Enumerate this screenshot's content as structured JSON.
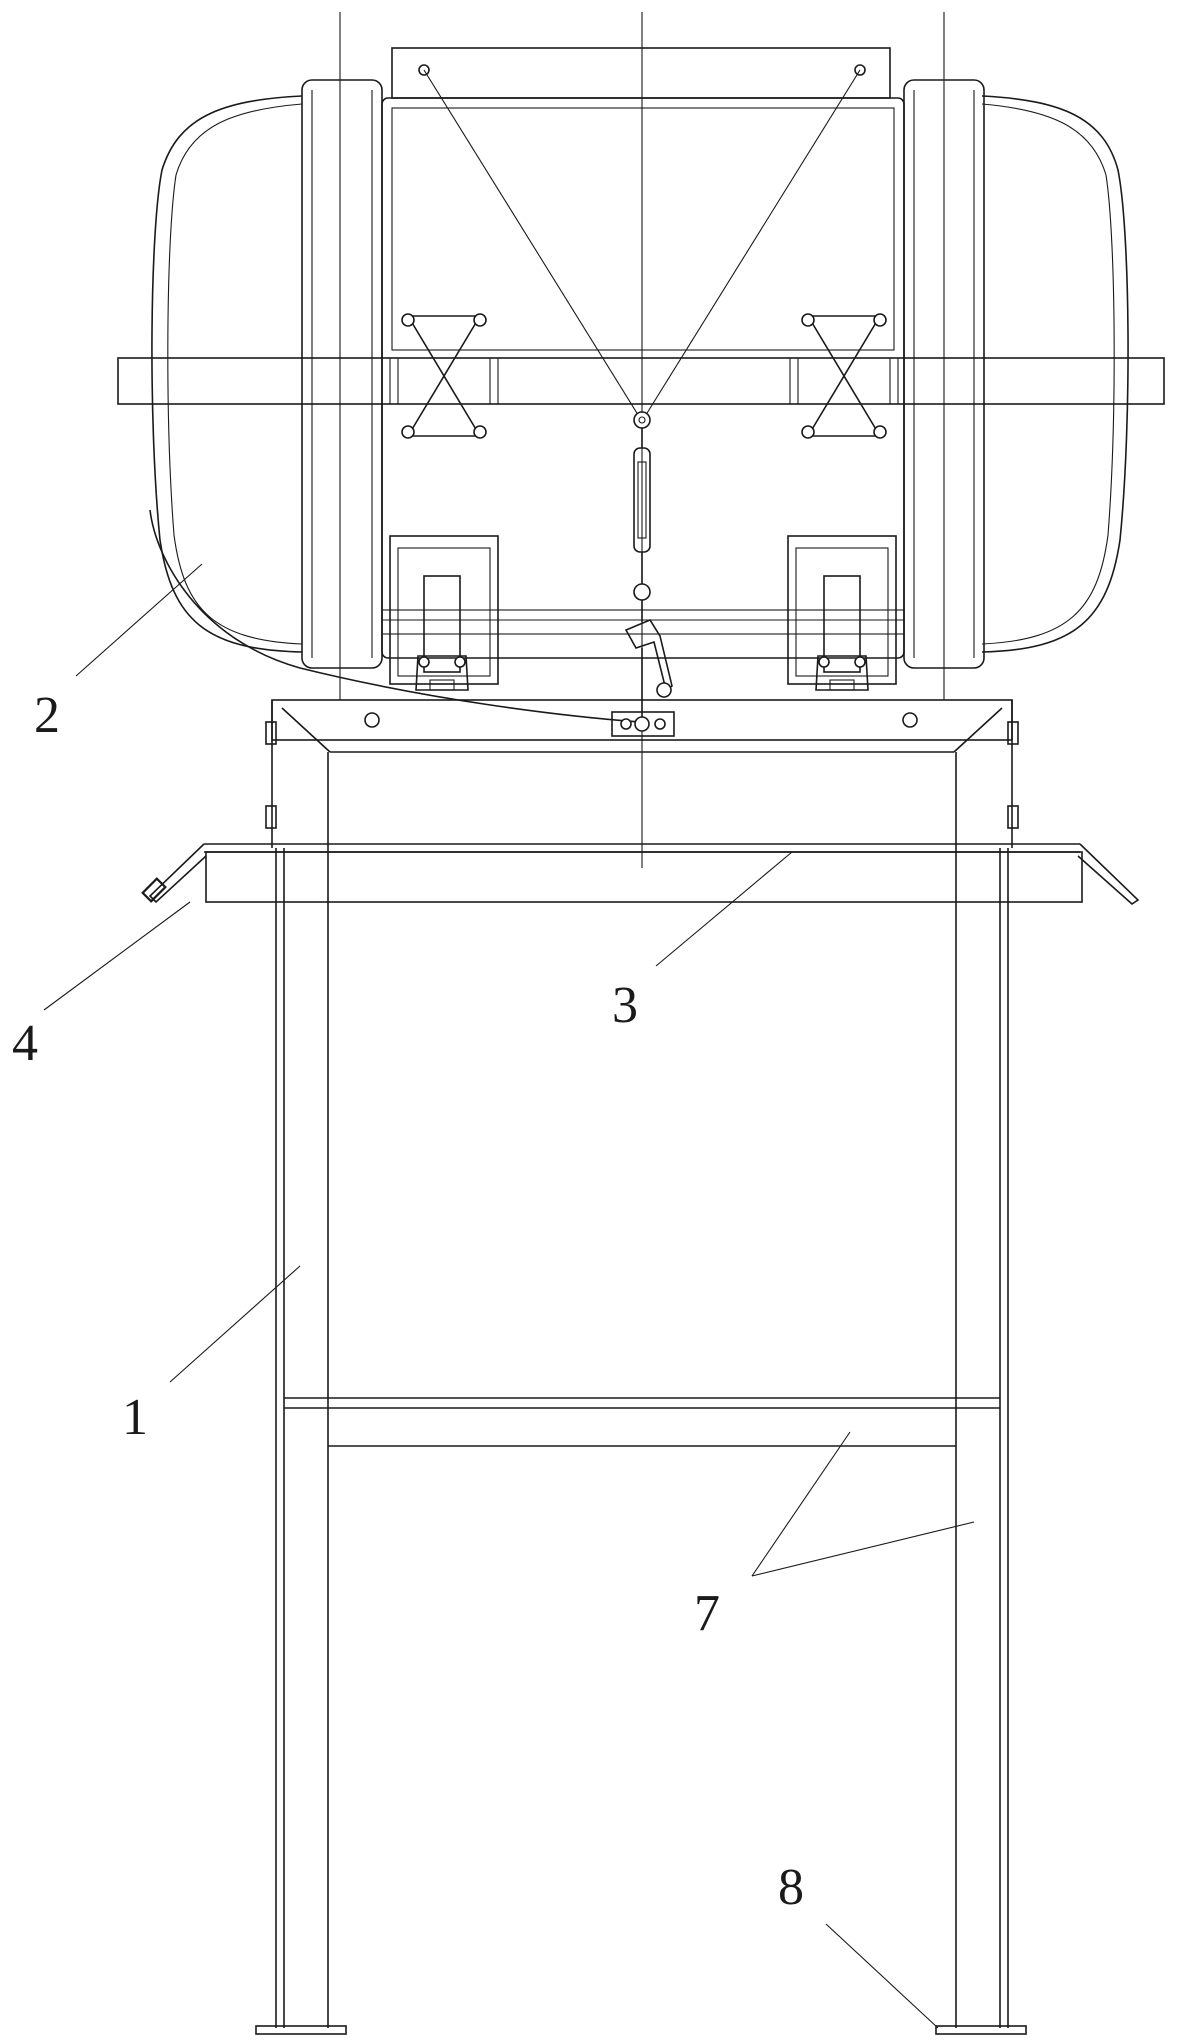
{
  "labels": [
    {
      "id": "1",
      "text": "1"
    },
    {
      "id": "2",
      "text": "2"
    },
    {
      "id": "3",
      "text": "3"
    },
    {
      "id": "4",
      "text": "4"
    },
    {
      "id": "7",
      "text": "7"
    },
    {
      "id": "8",
      "text": "8"
    }
  ],
  "colors": {
    "line": "#1a1a1a",
    "background": "#ffffff"
  }
}
